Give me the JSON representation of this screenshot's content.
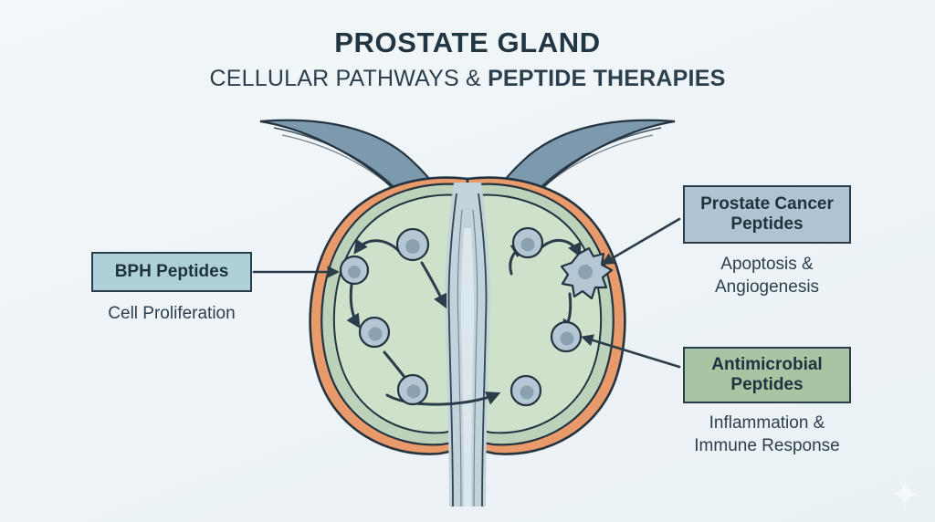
{
  "title": {
    "main": "PROSTATE GLAND",
    "sub_light": "CELLULAR PATHWAYS & ",
    "sub_strong": "PEPTIDE THERAPIES"
  },
  "callouts": [
    {
      "id": "bph",
      "label": "BPH Peptides",
      "caption": "Cell Proliferation",
      "box_color": "#aed0d8",
      "border_color": "#2b3d4a"
    },
    {
      "id": "cancer",
      "label": "Prostate Cancer\nPeptides",
      "caption": "Apoptosis &\nAngiogenesis",
      "box_color": "#b0c3d2",
      "border_color": "#2b3d4a"
    },
    {
      "id": "antimicrobial",
      "label": "Antimicrobial\nPeptides",
      "caption": "Inflammation &\nImmune Response",
      "box_color": "#a8c5a3",
      "border_color": "#2b3d4a"
    }
  ],
  "anatomy": {
    "background_color": "#eef4f7",
    "bladder_color": "#7d99ae",
    "capsule_color": "#e89a6a",
    "stroma_color": "#bdd2bb",
    "lumen_color": "#cfe0cb",
    "urethra_color": "#c3d3da",
    "cell_fill": "#b5c7d4",
    "cell_nucleus": "#8ba0b0",
    "outline_color": "#243441",
    "arrow_color": "#2b3d4a",
    "parts": [
      "bladder-neck",
      "prostate-capsule",
      "left-lobe",
      "right-lobe",
      "urethra",
      "epithelial-cells",
      "cancer-cell",
      "pathway-arrows"
    ],
    "cell_count_left": 4,
    "cell_count_right": 3,
    "cancer_cell_count": 1
  },
  "watermark": {
    "icon": "sparkle-star-icon"
  }
}
